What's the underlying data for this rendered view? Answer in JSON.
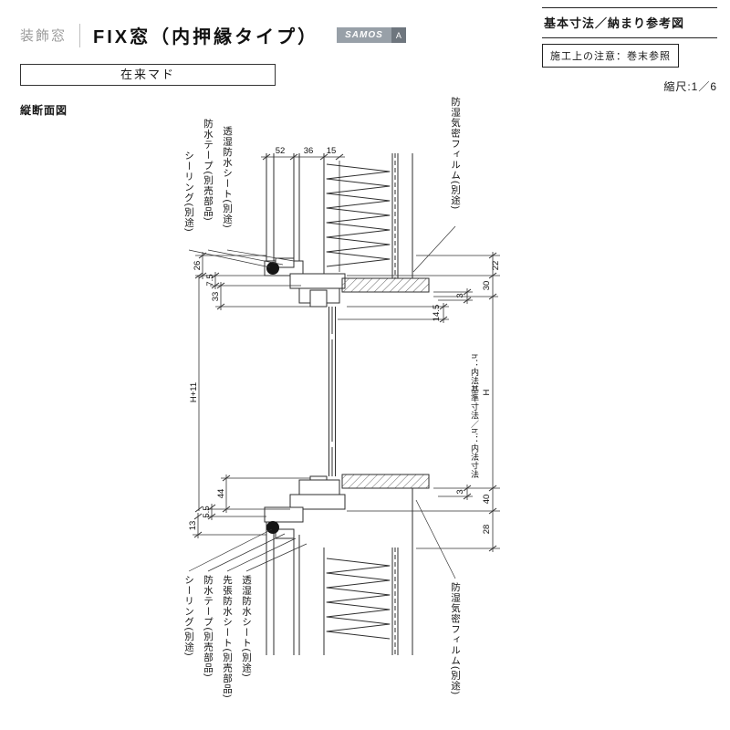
{
  "header": {
    "category": "装飾窓",
    "title": "FIX窓（内押縁タイプ）",
    "badge_brand": "SAMOS",
    "badge_grade": "A",
    "ref_title": "基本寸法／納まり参考図",
    "note": "施工上の注意：巻末参照",
    "scale": "縮尺:1／6",
    "window_type": "在来マド"
  },
  "drawing": {
    "view_label": "縦断面図",
    "dims": {
      "top": [
        "52",
        "36",
        "15"
      ],
      "head_left": [
        "26",
        "7.5",
        "33"
      ],
      "height_left": "H+11",
      "sill_left": [
        "44",
        "5.5",
        "13"
      ],
      "head_right": [
        "22",
        "30",
        "3",
        "14.5"
      ],
      "height_right": "H",
      "sill_right": [
        "3",
        "40",
        "28"
      ],
      "height_note": "h：内法基準寸法／h'：内法寸法"
    },
    "notes": {
      "top_left": [
        "シーリング(別途)",
        "防水テープ(別売部品)",
        "透湿防水シート(別途)"
      ],
      "top_right": "防湿気密フィルム(別途)",
      "bottom_left": [
        "シーリング(別途)",
        "防水テープ(別売部品)",
        "先張防水シート(別売部品)",
        "透湿防水シート(別途)"
      ],
      "bottom_right": "防湿気密フィルム(別途)"
    }
  }
}
